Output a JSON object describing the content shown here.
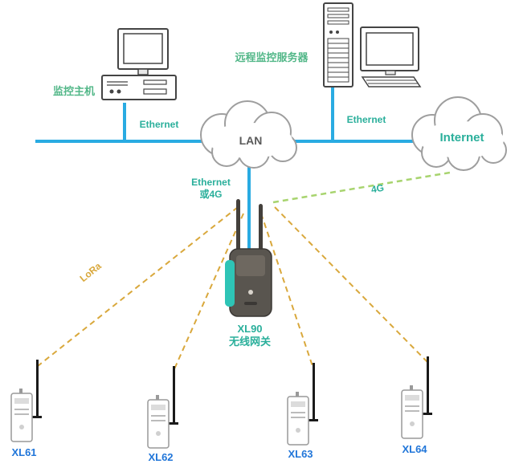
{
  "diagram_title": "wireless-sensor-network-topology",
  "nodes": {
    "monitor_host_label": "监控主机",
    "server_label": "远程监控服务器",
    "lan_label": "LAN",
    "internet_label": "Internet",
    "gateway_label_line1": "XL90",
    "gateway_label_line2": "无线网关",
    "sensors": [
      {
        "label": "XL61"
      },
      {
        "label": "XL62"
      },
      {
        "label": "XL63"
      },
      {
        "label": "XL64"
      }
    ]
  },
  "links": {
    "ethernet_left_label": "Ethernet",
    "ethernet_right_label": "Ethernet",
    "uplink_label_line1": "Ethernet",
    "uplink_label_line2": "或4G",
    "wan_label": "4G",
    "lora_label": "LoRa"
  },
  "colors": {
    "ethernet_line": "#29abe2",
    "teal_text": "#2aaf9b",
    "green_text": "#52b788",
    "wan_dashed_line": "#a8d46f",
    "lora_dashed_line": "#d9a83c",
    "sensor_label_blue": "#2176d9",
    "cloud_outline": "#9e9e9e",
    "gateway_body": "#59554f",
    "gateway_accent": "#2ec4b6"
  }
}
